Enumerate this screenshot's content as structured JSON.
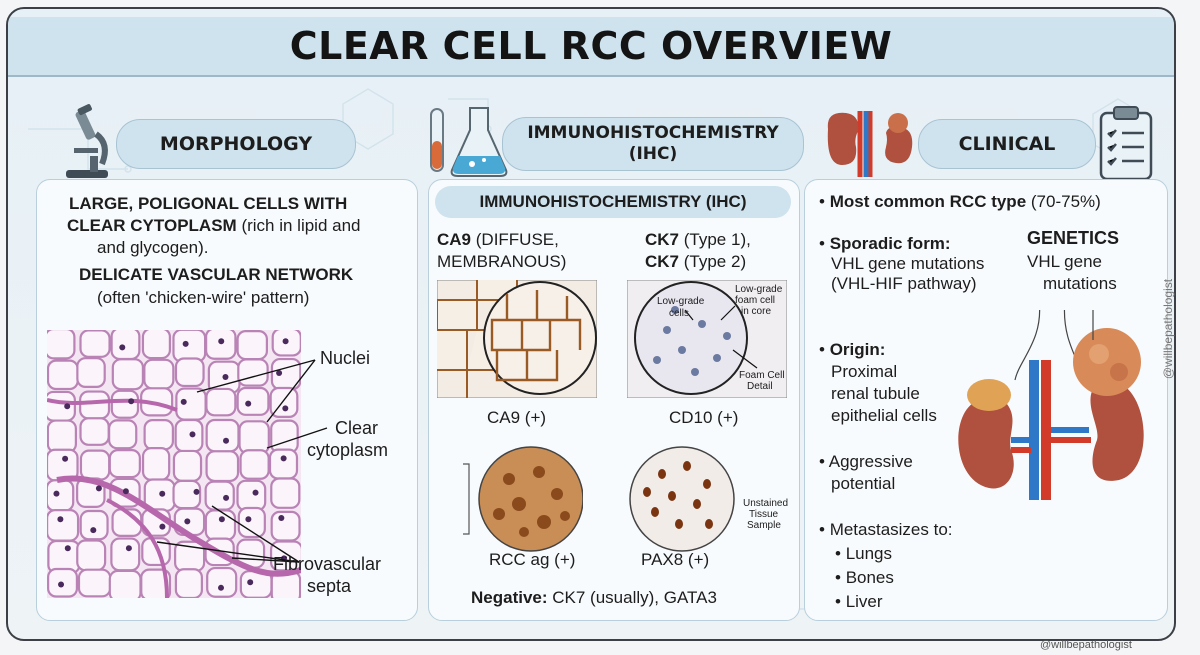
{
  "header": {
    "title": "CLEAR CELL RCC OVERVIEW"
  },
  "morphology": {
    "heading": "MORPHOLOGY",
    "line1": "LARGE, POLIGONAL CELLS WITH",
    "line2_bold": "CLEAR CYTOPLASM",
    "line2_rest": "(rich in lipid and",
    "line3": "and glycogen).",
    "line4": "DELICATE VASCULAR NETWORK",
    "line5": "(often 'chicken-wire' pattern)",
    "labels": {
      "nuclei": "Nuclei",
      "clear1": "Clear",
      "clear2": "cytoplasm",
      "fibro1": "Fibrovascular",
      "fibro2": "septa"
    }
  },
  "ihc": {
    "heading_line1": "IMMUNOHISTOCHEMISTRY",
    "heading_line2": "(IHC)",
    "subheading": "IMMUNOHISTOCHEMISTRY (IHC)",
    "ca9_bold": "CA9",
    "ca9_rest": "(DIFFUSE,",
    "ca9_line2": "MEMBRANOUS)",
    "ck7_bold1": "CK7",
    "ck7_rest1": "(Type 1),",
    "ck7_bold2": "CK7",
    "ck7_rest2": "(Type 2)",
    "img_labels": {
      "lowgrade1": "Low-grade",
      "lowgrade2": "cells",
      "lgfoam1": "Low-grade",
      "lgfoam2": "foam cell",
      "lgfoam3": "in core",
      "foam1": "Foam Cell",
      "foam2": "Detail",
      "unstained1": "Unstained",
      "unstained2": "Tissue",
      "unstained3": "Sample"
    },
    "captions": {
      "ca9": "CA9 (+)",
      "cd10": "CD10 (+)",
      "rcc": "RCC ag (+)",
      "pax8": "PAX8 (+)"
    },
    "negative_bold": "Negative:",
    "negative_rest": "CK7 (usually), GATA3"
  },
  "clinical": {
    "heading": "CLINICAL",
    "b1_bold": "Most common RCC type",
    "b1_rest": "(70-75%)",
    "b2_bold": "Sporadic form:",
    "b2_l2": "VHL gene mutations",
    "b2_l3": "(VHL-HIF pathway)",
    "genetics_title": "GENETICS",
    "genetics_l1": "VHL gene",
    "genetics_l2": "mutations",
    "origin_bold": "Origin:",
    "origin_l1": "Proximal",
    "origin_l2": "renal tubule",
    "origin_l3": "epithelial cells",
    "aggr_l1": "Aggressive",
    "aggr_l2": "potential",
    "meta": "Metastasizes to:",
    "meta_items": [
      "Lungs",
      "Bones",
      "Liver"
    ]
  },
  "watermark": "@willbepathologist",
  "credit": "@willbepathologist",
  "colors": {
    "header_bg": "#cfe3ee",
    "panel_bg": "#f8fbfd",
    "stain_brown": "#8a4a1c",
    "he_pink": "#c890c4",
    "kidney": "#b0503e",
    "artery": "#d23a2a",
    "vein": "#2f78c8"
  },
  "icons": [
    "microscope-icon",
    "flask-icon",
    "test-tube-icon",
    "kidney-icon",
    "clipboard-icon"
  ]
}
